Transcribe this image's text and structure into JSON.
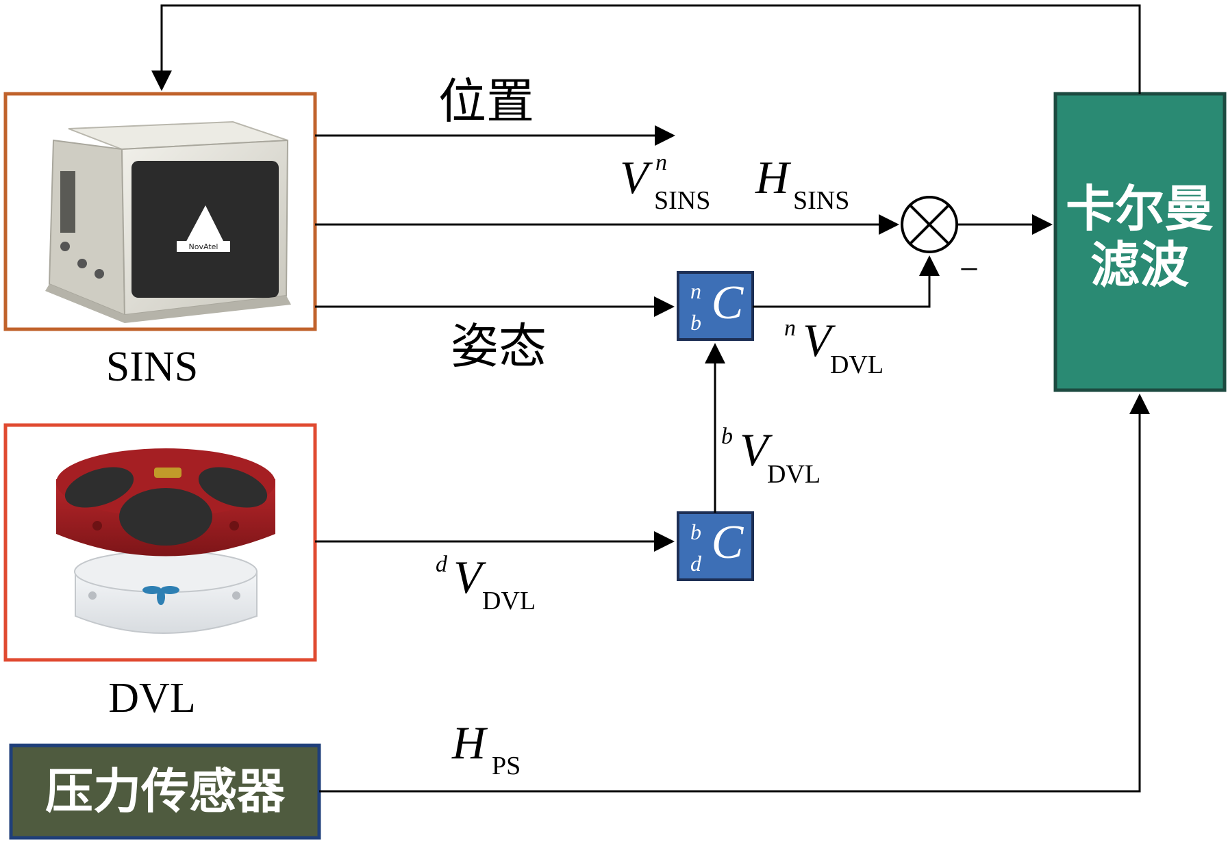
{
  "sins": {
    "label": "SINS",
    "device_brand": "NovAtel",
    "frame_color": "#c0622b"
  },
  "dvl": {
    "label": "DVL",
    "frame_color": "#e04a30"
  },
  "pressure_sensor": {
    "label": "压力传感器",
    "fill_color": "#4f5b3f",
    "border_color": "#1f3f7a"
  },
  "kalman_filter": {
    "label_line1": "卡尔曼",
    "label_line2": "滤波",
    "fill_color": "#2a8a73",
    "border_color": "#1c4a40"
  },
  "c_nb": {
    "main": "C",
    "sup": "n",
    "sub": "b",
    "fill_color": "#3d6fb6",
    "border_color": "#1d2f55"
  },
  "c_bd": {
    "main": "C",
    "sup": "b",
    "sub": "d",
    "fill_color": "#3d6fb6",
    "border_color": "#1d2f55"
  },
  "signals": {
    "position": "位置",
    "attitude": "姿态",
    "v_sins": {
      "main": "V",
      "sup": "n",
      "sub": "SINS"
    },
    "h_sins": {
      "main": "H",
      "sub": "SINS"
    },
    "v_dvl_n": {
      "main": "V",
      "pre": "n",
      "sub": "DVL"
    },
    "v_dvl_b": {
      "main": "V",
      "pre": "b",
      "sub": "DVL"
    },
    "v_dvl_d": {
      "main": "V",
      "pre": "d",
      "sub": "DVL"
    },
    "h_ps": {
      "main": "H",
      "sub": "PS"
    }
  },
  "summing_junction": {
    "minus_sign": "−"
  }
}
